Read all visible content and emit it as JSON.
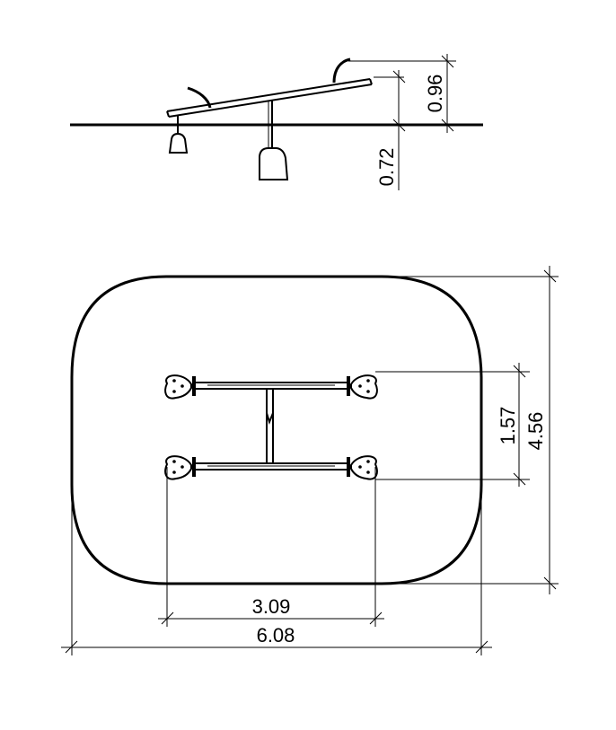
{
  "dimensions": {
    "seat_height": "0.96",
    "foundation_depth": "0.72",
    "seat_spacing": "1.57",
    "area_width": "4.56",
    "seesaw_length": "3.09",
    "area_length": "6.08"
  }
}
